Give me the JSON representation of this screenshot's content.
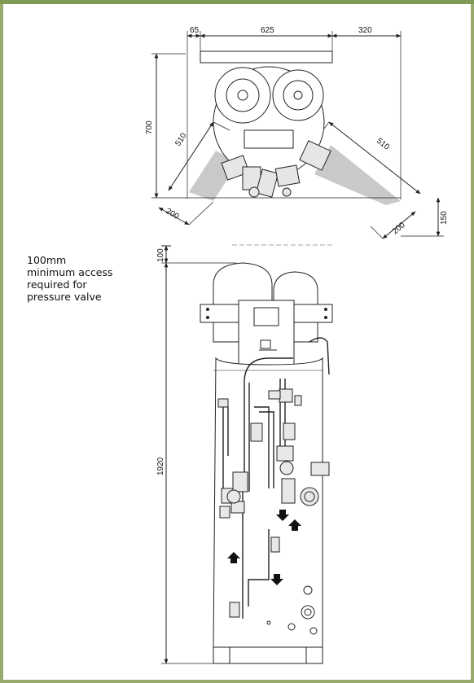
{
  "plan_view": {
    "dimensions": {
      "left_offset": "65",
      "width": "625",
      "right_clearance": "320",
      "depth": "700",
      "left_diag": "510",
      "right_diag": "510",
      "left_strip": "200",
      "right_strip": "200",
      "rear": "150"
    }
  },
  "elevation_view": {
    "dimensions": {
      "access": "100",
      "height": "1920"
    },
    "note": {
      "line1": "100mm",
      "line2": "minimum access",
      "line3": "required for",
      "line4": "pressure valve"
    }
  },
  "colors": {
    "border": "#97ab6e",
    "shading": "#c9c9c9",
    "line": "#222222"
  }
}
